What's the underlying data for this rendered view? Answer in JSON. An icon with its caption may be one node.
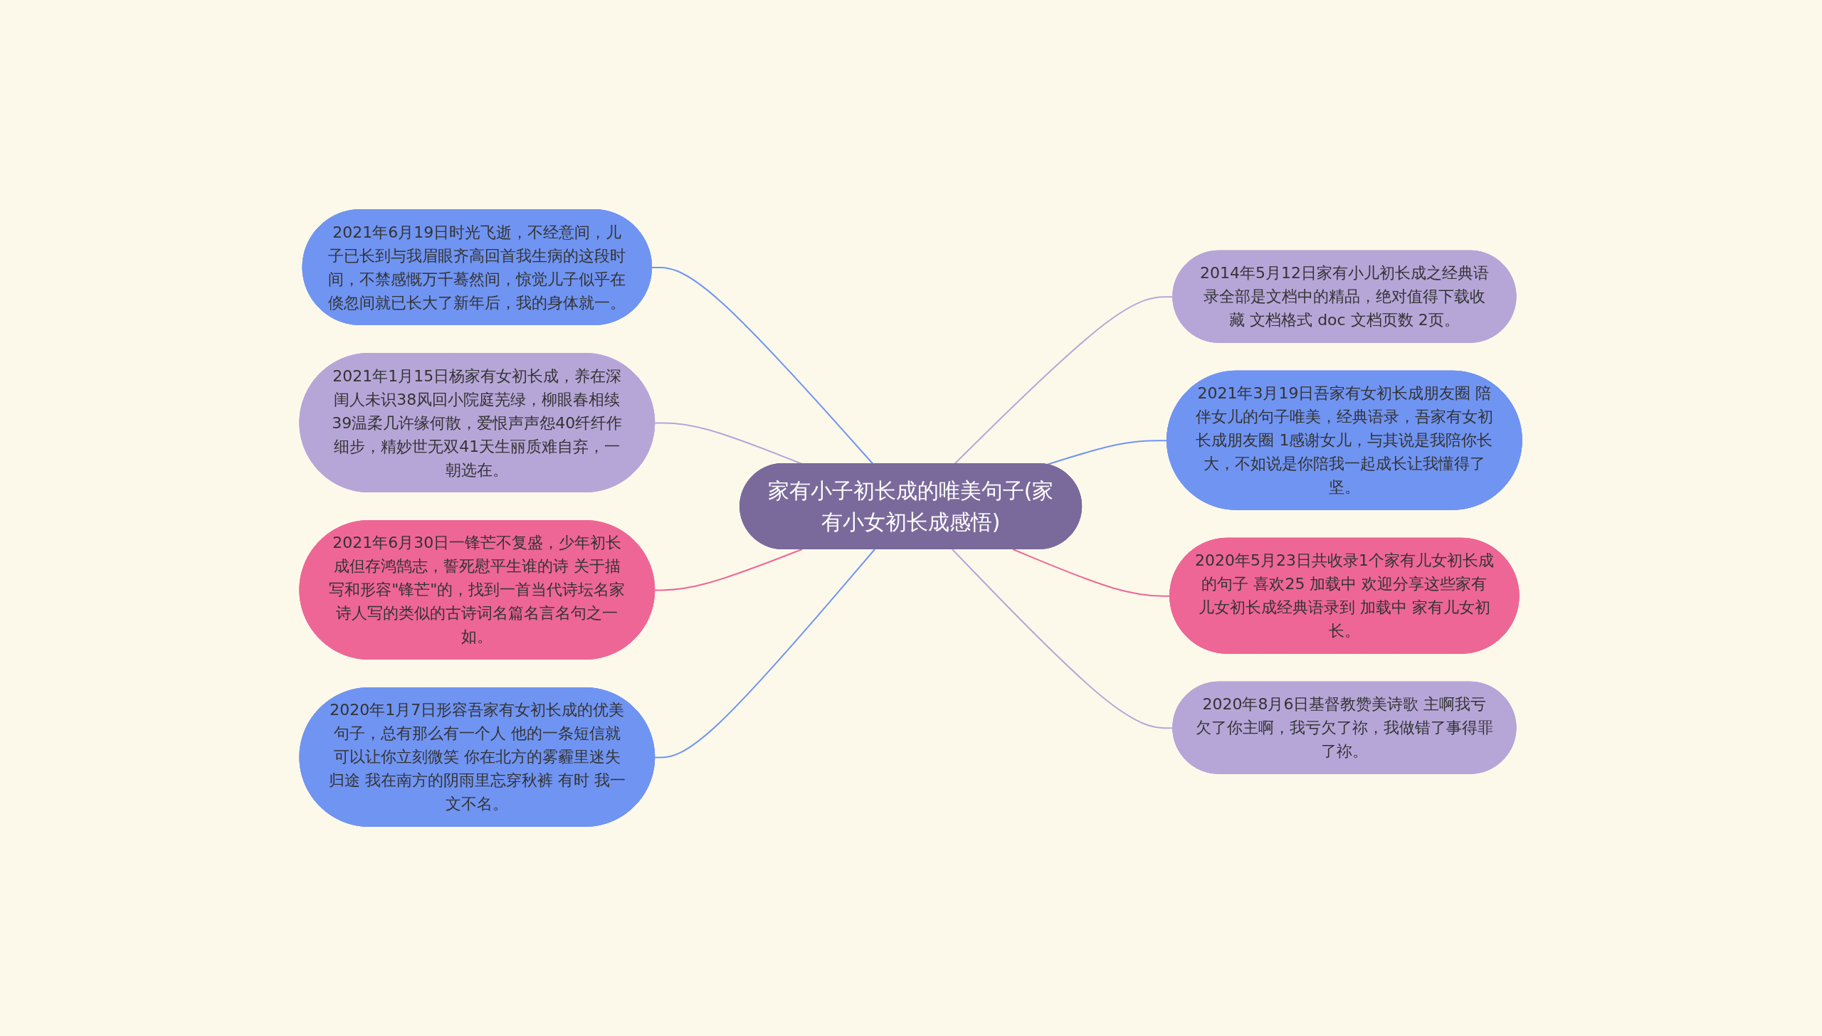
{
  "diagram": {
    "nodes": [
      {
        "text": [
          "家有小子初长成的唯美句子(家有小女初长成感悟)"
        ]
      },
      {
        "text": [
          "2021年6月19日时光飞逝，不经意间，儿子已长到与我眉眼齐高回首我生病的这段时间，不禁感慨万千蓦然间，惊觉儿子似乎在倏忽间就已长大了新年后，我的身体就一。"
        ]
      },
      {
        "text": [
          "2021年1月15日杨家有女初长成，养在深闺人未识38风回小院庭芜绿，柳眼春相续39温柔几许缘何散，爱恨声声怨40纤纤作细步，精妙世无双41天生丽质难自弃，一朝选在。"
        ]
      },
      {
        "text": [
          "2021年6月30日一锋芒不复盛，少年初长成但存鸿鹄志，誓死慰平生谁的诗 关于描写和形容\"锋芒\"的，找到一首当代诗坛名家诗人写的类似的古诗词名篇名言名句之一如。"
        ]
      },
      {
        "text": [
          "2020年1月7日形容吾家有女初长成的优美句子，总有那么有一个人 他的一条短信就可以让你立刻微笑 你在北方的雾霾里迷失归途 我在南方的阴雨里忘穿秋裤 有时 我一文不名。"
        ]
      },
      {
        "text": [
          "2014年5月12日家有小儿初长成之经典语录全部是文档中的精品，绝对值得下载收藏 文档格式 doc 文档页数 2页。"
        ]
      },
      {
        "text": [
          "2021年3月19日吾家有女初长成朋友圈 陪伴女儿的句子唯美，经典语录，吾家有女初长成朋友圈 1感谢女儿，与其说是我陪你长大，不如说是你陪我一起成长让我懂得了坚。"
        ]
      },
      {
        "text": [
          "2020年5月23日共收录1个家有儿女初长成的句子 喜欢25 加载中 欢迎分享这些家有儿女初长成经典语录到 加载中 家有儿女初长。"
        ]
      },
      {
        "text": [
          "2020年8月6日基督教赞美诗歌 主啊我亏欠了你主啊，我亏欠了祢，我做错了事得罪了祢。"
        ]
      }
    ],
    "edges": [
      {
        "from": 1,
        "to": 0,
        "arrow": "none",
        "color": "#7094f2"
      },
      {
        "from": 2,
        "to": 0,
        "arrow": "none",
        "color": "#b6a6d8"
      },
      {
        "from": 3,
        "to": 0,
        "arrow": "none",
        "color": "#ee6696"
      },
      {
        "from": 4,
        "to": 0,
        "arrow": "none",
        "color": "#7094f2"
      },
      {
        "from": 0,
        "to": 5,
        "arrow": "none",
        "color": "#b6a6d8"
      },
      {
        "from": 0,
        "to": 6,
        "arrow": "none",
        "color": "#7094f2"
      },
      {
        "from": 0,
        "to": 7,
        "arrow": "none",
        "color": "#ee6696"
      },
      {
        "from": 0,
        "to": 8,
        "arrow": "none",
        "color": "#b6a6d8"
      }
    ]
  }
}
